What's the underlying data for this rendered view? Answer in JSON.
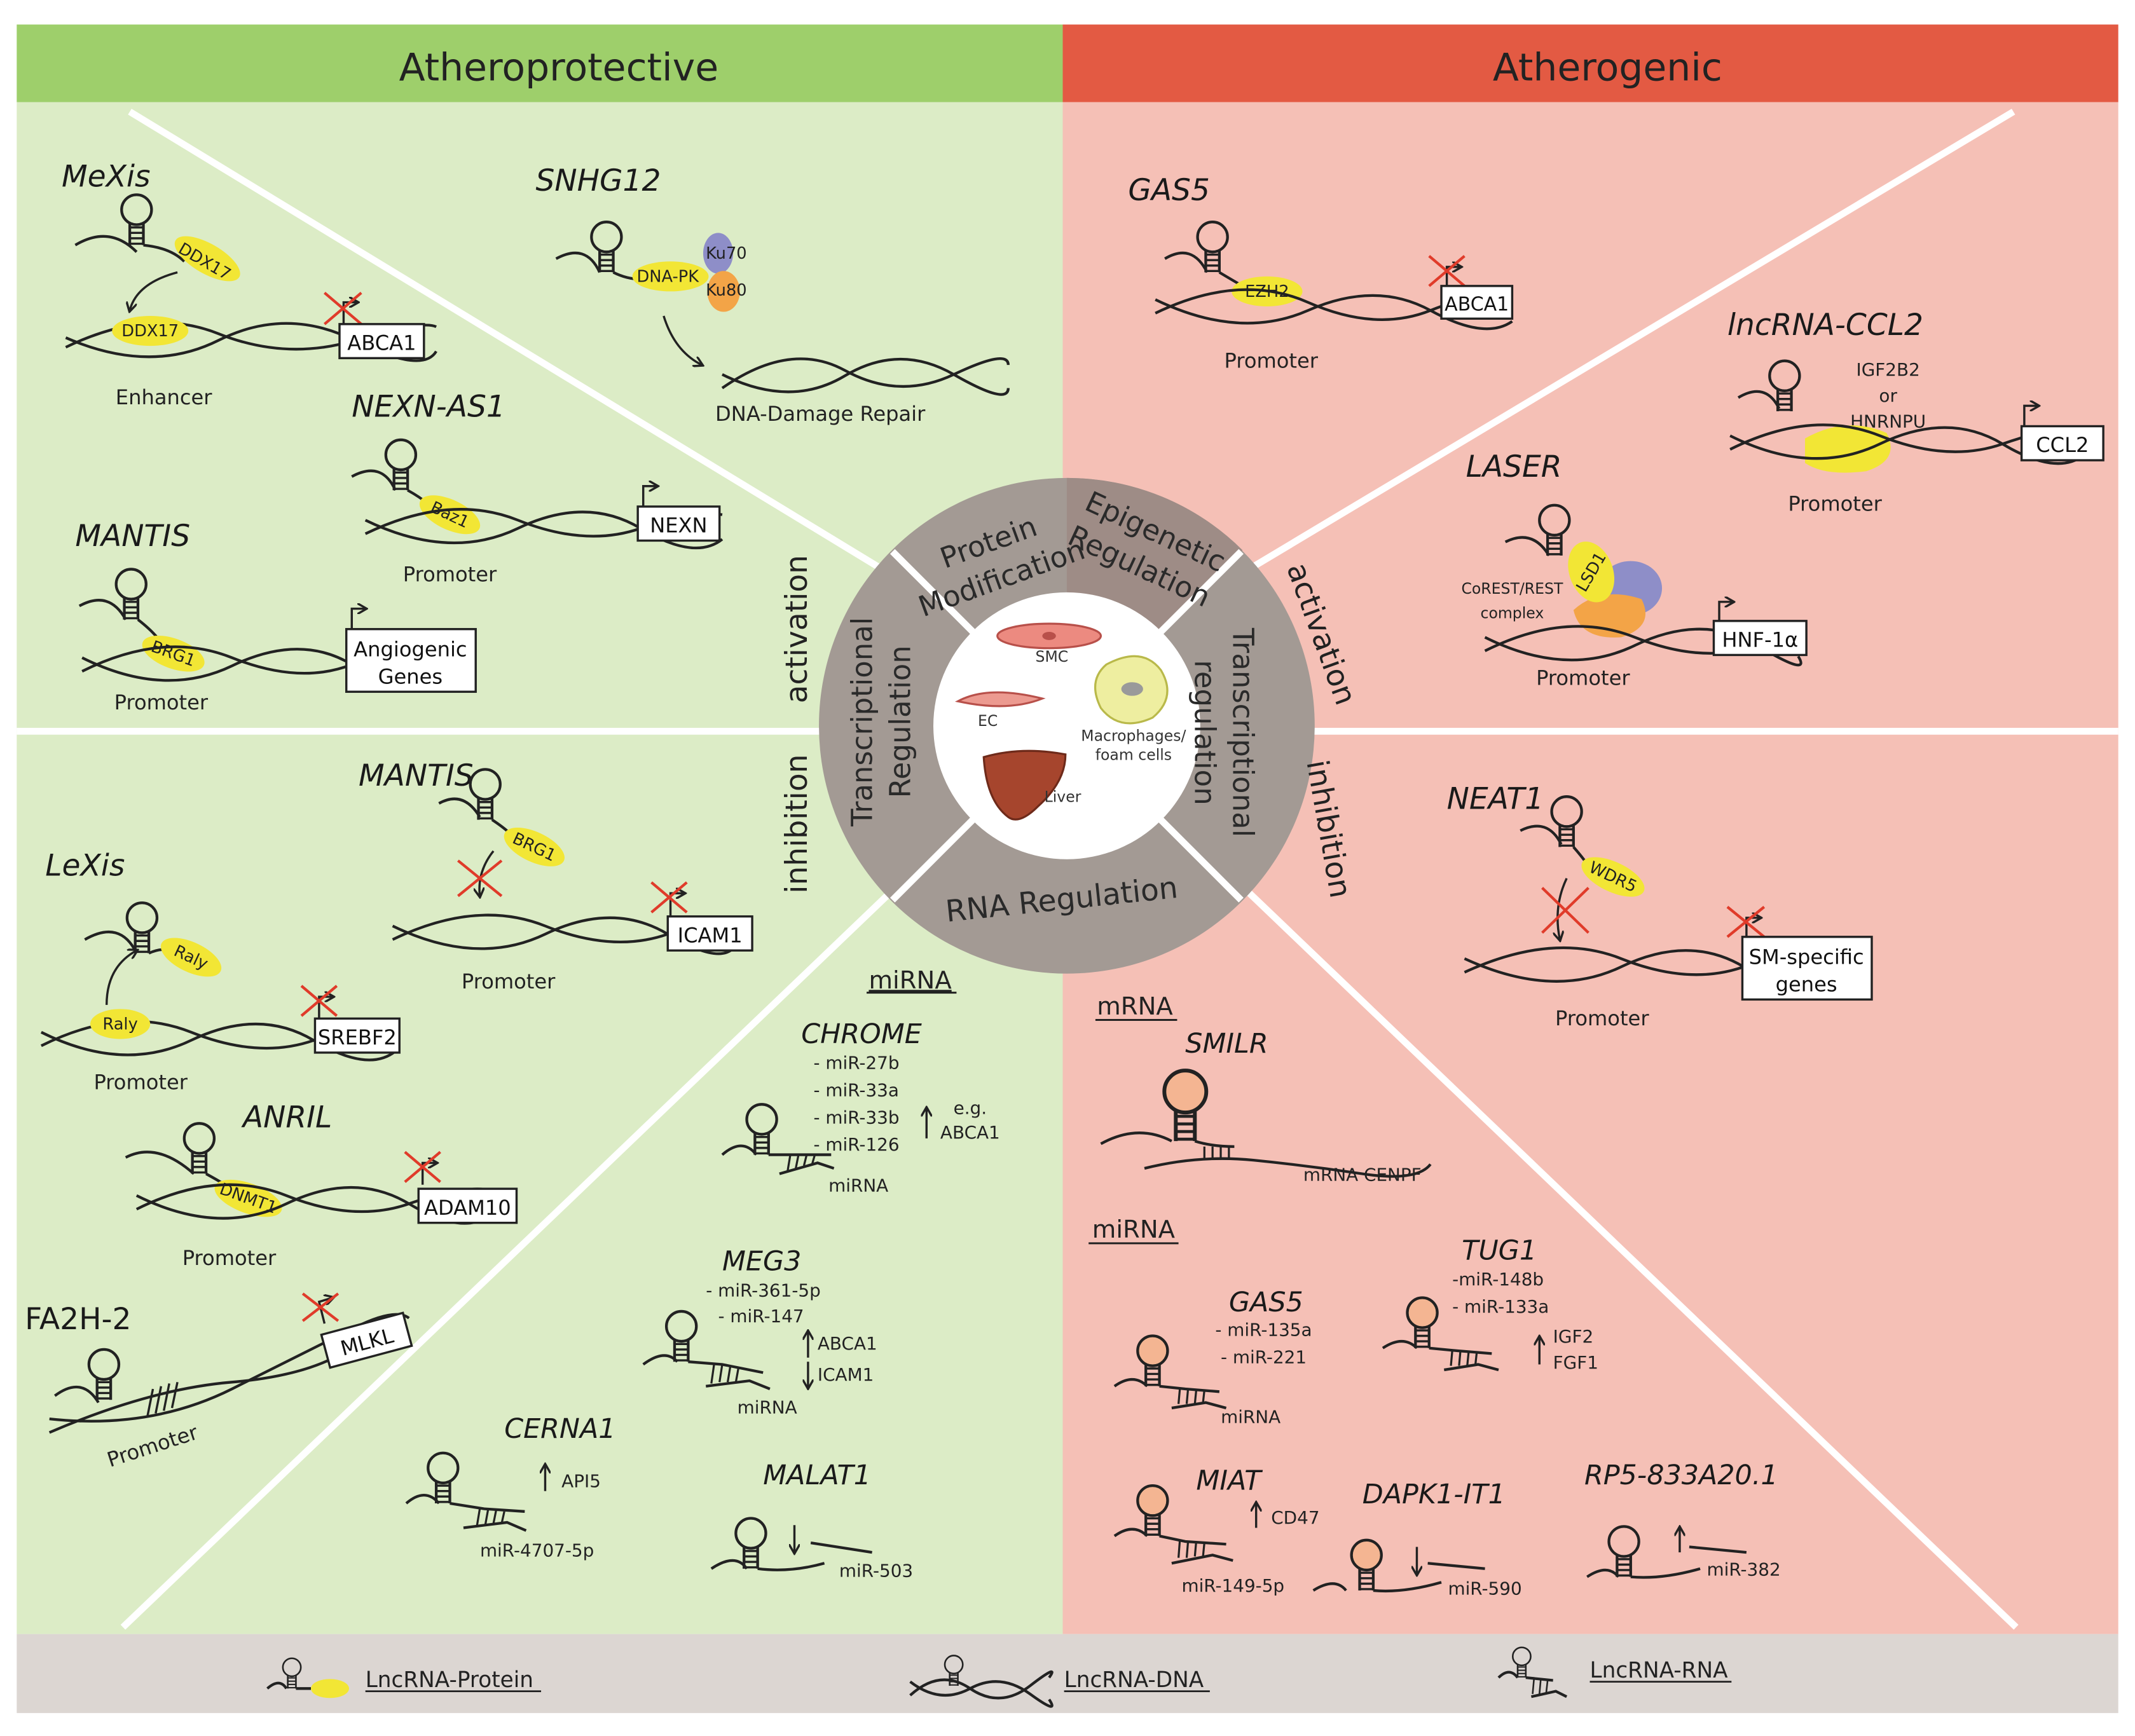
{
  "headers": {
    "left": "Atheroprotective",
    "right": "Atherogenic"
  },
  "center": {
    "ring": {
      "protein": [
        "Protein",
        "Modification"
      ],
      "epigenetic": [
        "Epigenetic",
        "Regulation"
      ],
      "transcriptional_left": [
        "Transcriptional",
        "Regulation"
      ],
      "transcriptional_right": [
        "Transcriptional",
        "regulation"
      ],
      "rna": "RNA Regulation"
    },
    "cells": {
      "smc": "SMC",
      "ec": "EC",
      "macrophages": [
        "Macrophages/",
        "foam cells"
      ],
      "liver": "Liver"
    }
  },
  "mechanisms": {
    "activation_left": "activation",
    "inhibition_left": "inhibition",
    "activation_right": "activation",
    "inhibition_right": "inhibition"
  },
  "left_top": {
    "mexis": {
      "name": "MeXis",
      "protein": "DDX17",
      "gene": "ABCA1",
      "region": "Enhancer"
    },
    "snhg12": {
      "name": "SNHG12",
      "protein": "DNA-PK",
      "ku70": "Ku70",
      "ku80": "Ku80",
      "note": "DNA-Damage Repair"
    },
    "nexn_as1": {
      "name": "NEXN-AS1",
      "protein": "Baz1",
      "gene": "NEXN",
      "region": "Promoter"
    },
    "mantis": {
      "name": "MANTIS",
      "protein": "BRG1",
      "gene": [
        "Angiogenic",
        "Genes"
      ],
      "region": "Promoter"
    }
  },
  "left_bottom": {
    "mantis": {
      "name": "MANTIS",
      "protein": "BRG1",
      "gene": "ICAM1",
      "region": "Promoter"
    },
    "lexis": {
      "name": "LeXis",
      "protein": "Raly",
      "gene": "SREBF2",
      "region": "Promoter"
    },
    "anril": {
      "name": "ANRIL",
      "protein": "DNMT1",
      "gene": "ADAM10",
      "region": "Promoter"
    },
    "fa2h2": {
      "name": "FA2H-2",
      "gene": "MLKL",
      "region": "Promoter"
    }
  },
  "left_rna": {
    "title": "miRNA",
    "chrome": {
      "name": "CHROME",
      "mirs": [
        "- miR-27b",
        "- miR-33a",
        "- miR-33b",
        "- miR-126"
      ],
      "effect": [
        "e.g.",
        "ABCA1"
      ],
      "label": "miRNA"
    },
    "meg3": {
      "name": "MEG3",
      "mirs": [
        "- miR-361-5p",
        "- miR-147"
      ],
      "up": "ABCA1",
      "down": "ICAM1",
      "label": "miRNA"
    },
    "cerna1": {
      "name": "CERNA1",
      "up": "API5",
      "label": "miR-4707-5p"
    },
    "malat1": {
      "name": "MALAT1",
      "label": "miR-503"
    }
  },
  "right_top": {
    "gas5": {
      "name": "GAS5",
      "protein": "EZH2",
      "gene": "ABCA1",
      "region": "Promoter"
    },
    "ccl2": {
      "name": "lncRNA-CCL2",
      "protein": [
        "IGF2B2",
        "or",
        "HNRNPU"
      ],
      "gene": "CCL2",
      "region": "Promoter"
    },
    "laser": {
      "name": "LASER",
      "protein": "LSD1",
      "complex": [
        "CoREST/REST",
        "complex"
      ],
      "gene": "HNF-1α",
      "region": "Promoter"
    }
  },
  "right_bottom": {
    "neat1": {
      "name": "NEAT1",
      "protein": "WDR5",
      "gene": [
        "SM-specific",
        "genes"
      ],
      "region": "Promoter"
    }
  },
  "right_rna": {
    "mrna_title": "mRNA",
    "smilr": {
      "name": "SMILR",
      "label": "mRNA CENPF"
    },
    "mirna_title": "miRNA",
    "gas5": {
      "name": "GAS5",
      "mirs": [
        "- miR-135a",
        "- miR-221"
      ],
      "label": "miRNA"
    },
    "tug1": {
      "name": "TUG1",
      "mirs": [
        "-miR-148b",
        "- miR-133a"
      ],
      "effect": [
        "IGF2",
        "FGF1"
      ]
    },
    "miat": {
      "name": "MIAT",
      "up": "CD47",
      "label": "miR-149-5p"
    },
    "dapk1": {
      "name": "DAPK1-IT1",
      "label": "miR-590"
    },
    "rp5": {
      "name": "RP5-833A20.1",
      "label": "miR-382"
    }
  },
  "legend": {
    "protein": "LncRNA-Protein",
    "dna": "LncRNA-DNA",
    "rna": "LncRNA-RNA"
  },
  "colors": {
    "protect_header": "#9ecf6b",
    "protect_bg": "#dcecc6",
    "athero_header": "#e35a43",
    "athero_bg": "#f5c0b6",
    "legend_bg": "#dcd6d2",
    "ring": "#a39a94",
    "protein": "#f2e635"
  }
}
